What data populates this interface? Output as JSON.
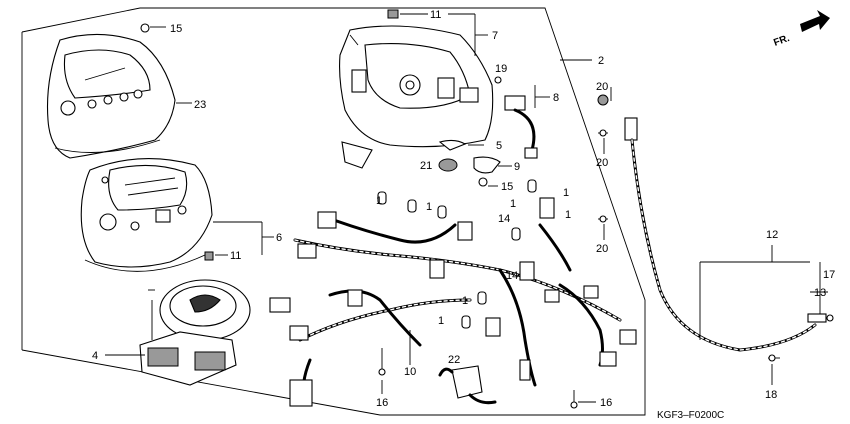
{
  "diagram": {
    "code": "KGF3–F0200C",
    "direction": "FR.",
    "callouts": {
      "c1a": "1",
      "c1b": "1",
      "c1c": "1",
      "c1d": "1",
      "c1e": "1",
      "c1f": "1",
      "c1g": "1",
      "c2": "2",
      "c4": "4",
      "c5": "5",
      "c6": "6",
      "c7": "7",
      "c8": "8",
      "c9": "9",
      "c10": "10",
      "c11a": "11",
      "c11b": "11",
      "c12": "12",
      "c13": "13",
      "c14a": "14",
      "c14b": "14",
      "c15a": "15",
      "c15b": "15",
      "c16a": "16",
      "c16b": "16",
      "c17": "17",
      "c18": "18",
      "c19": "19",
      "c20a": "20",
      "c20b": "20",
      "c20c": "20",
      "c21": "21",
      "c22": "22",
      "c23": "23"
    }
  }
}
